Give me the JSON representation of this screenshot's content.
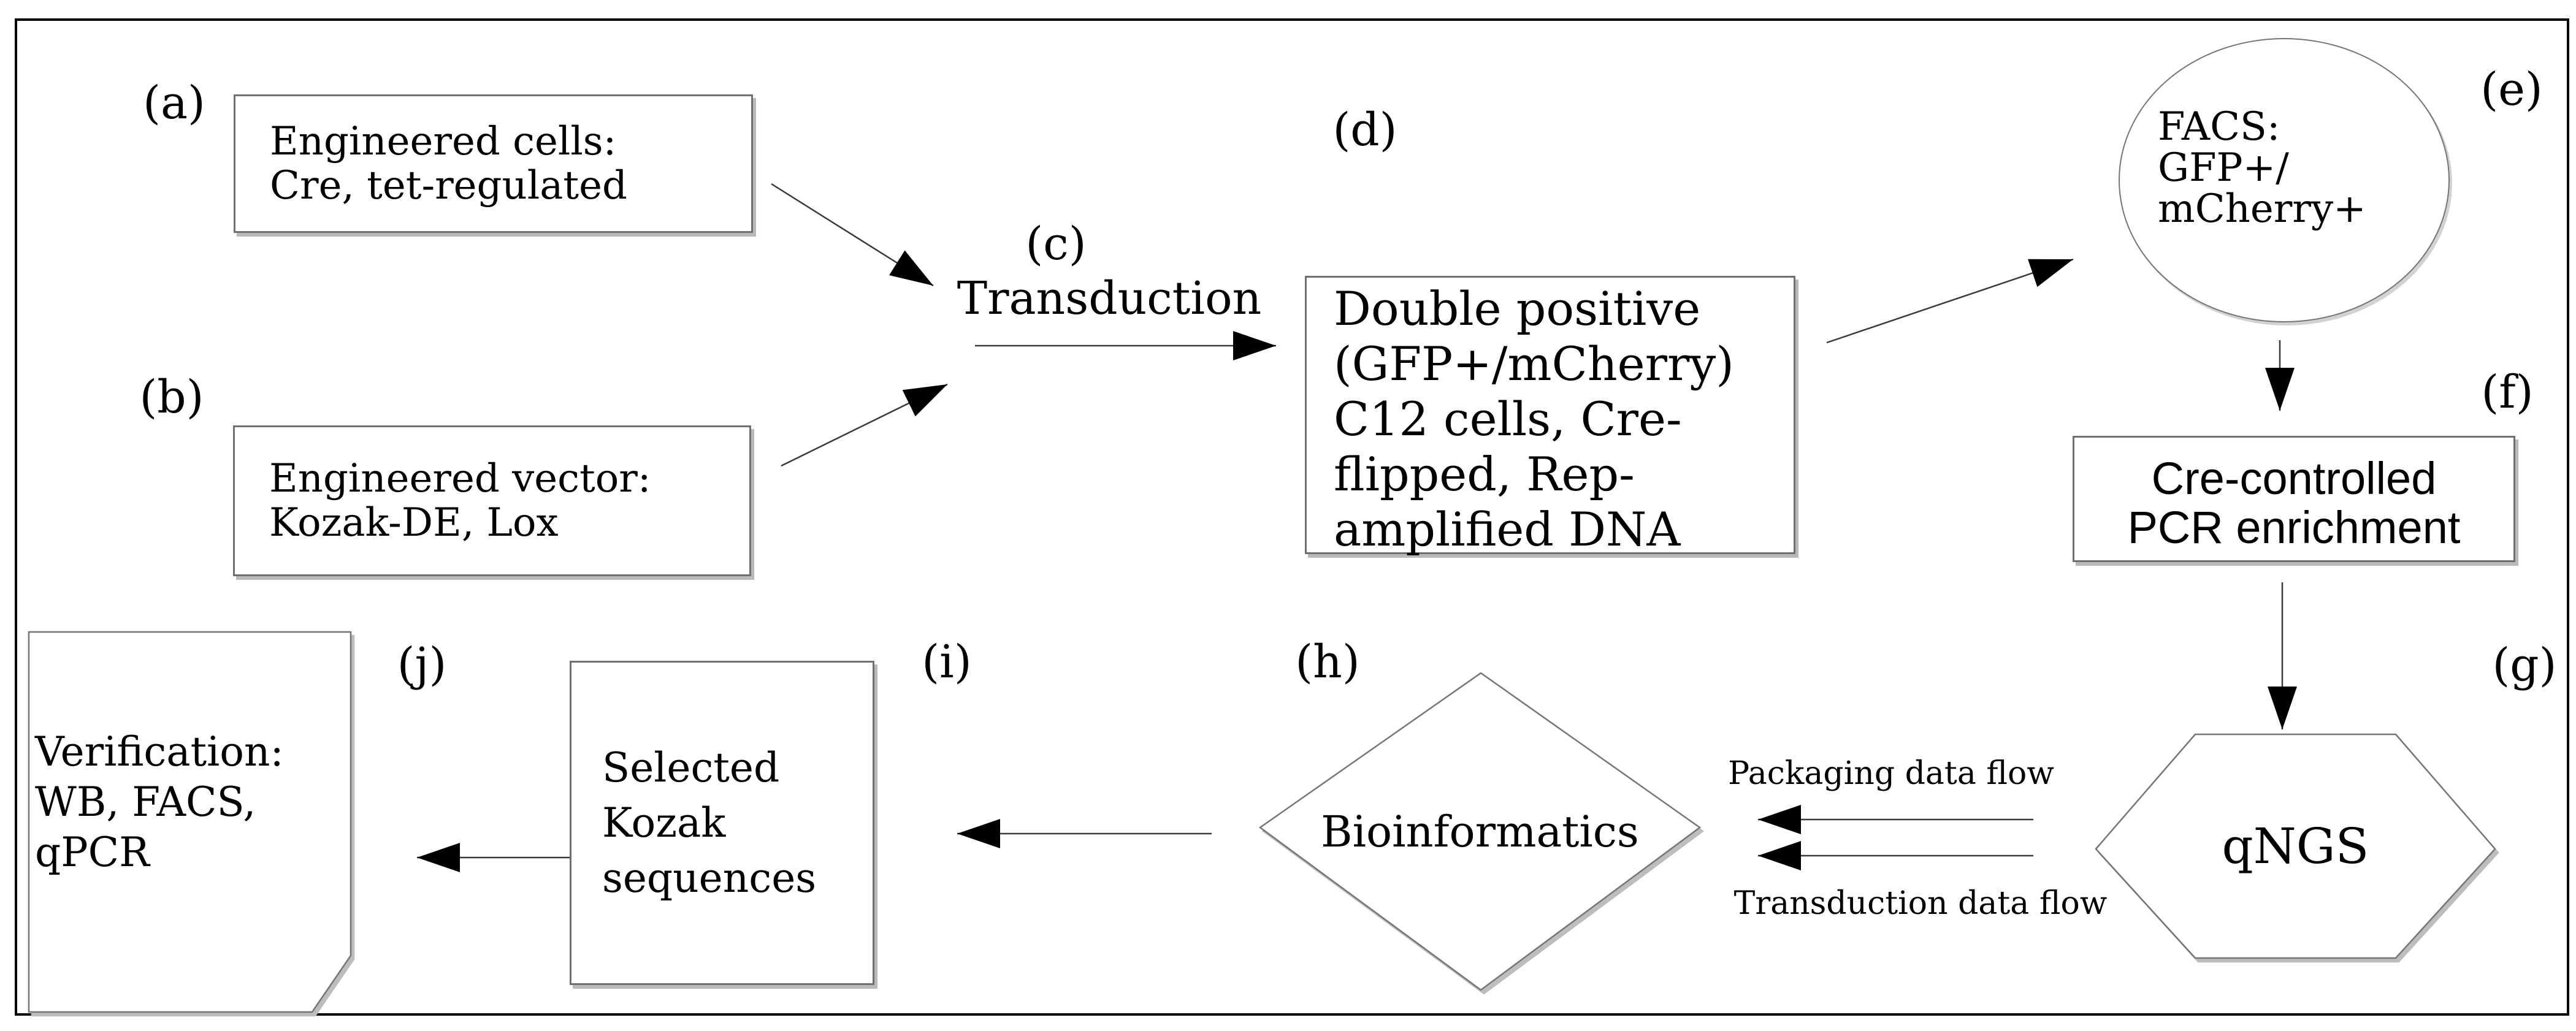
{
  "diagram": {
    "nodes": {
      "a": {
        "label": "(a)",
        "lines": [
          "Engineered cells:",
          "Cre, tet-regulated"
        ]
      },
      "b": {
        "label": "(b)",
        "lines": [
          "Engineered vector:",
          "Kozak-DE, Lox"
        ]
      },
      "c": {
        "label": "(c)",
        "text": "Transduction"
      },
      "d": {
        "label": "(d)",
        "lines": [
          "Double positive",
          "(GFP+/mCherry)",
          "C12 cells, Cre-",
          "flipped, Rep-",
          "amplified DNA"
        ]
      },
      "e": {
        "label": "(e)",
        "lines": [
          "FACS:",
          "GFP+/",
          "mCherry+"
        ]
      },
      "f": {
        "label": "(f)",
        "lines": [
          "Cre-controlled",
          "PCR enrichment"
        ]
      },
      "g": {
        "label": "(g)",
        "text": "qNGS"
      },
      "h": {
        "label": "(h)",
        "text": "Bioinformatics"
      },
      "i": {
        "label": "(i)",
        "lines": [
          "Selected",
          "Kozak",
          "sequences"
        ]
      },
      "j": {
        "label": "(j)",
        "lines": [
          "Verification:",
          "WB, FACS,",
          "qPCR"
        ]
      }
    },
    "annotations": {
      "packaging_flow": "Packaging data flow",
      "transduction_flow": "Transduction data flow"
    },
    "colors": {
      "ink": "#000000",
      "shape_border": "#757575",
      "box_border": "#6f6f6f",
      "shadow": "#b9b9b9",
      "background": "#ffffff"
    }
  }
}
